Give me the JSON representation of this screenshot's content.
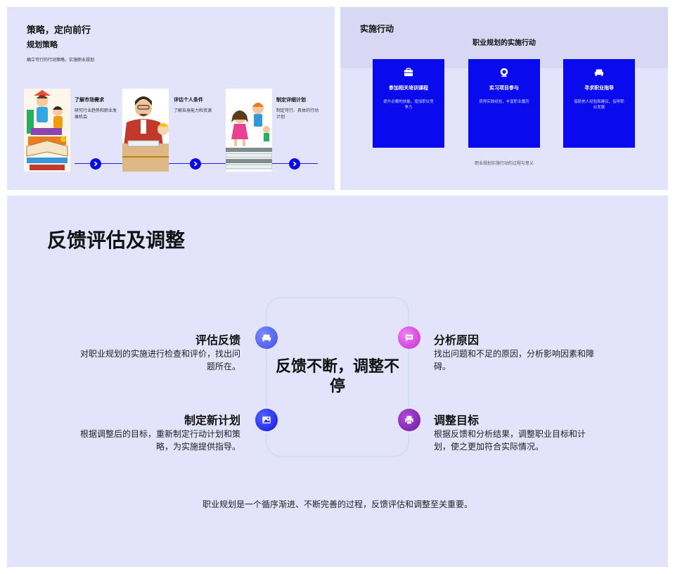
{
  "slide1": {
    "title": "策略，定向前行",
    "subtitle": "规划策略",
    "description": "确立可行的行动策略，实施职业规划",
    "steps": [
      {
        "title": "了解市场需求",
        "desc": "研究行业趋势和职业发展机会",
        "image": "children-reading-illustration"
      },
      {
        "title": "评估个人条件",
        "desc": "了解自身能力和资源",
        "image": "teacher-and-child-illustration"
      },
      {
        "title": "制定详细计划",
        "desc": "制定可行、具体的行动计划",
        "image": "children-on-stairs-illustration"
      }
    ],
    "arrow_icon": "chevron-right-icon"
  },
  "slide2": {
    "title": "实施行动",
    "heading": "职业规划的实施行动",
    "cards": [
      {
        "icon": "briefcase-icon",
        "title": "参加相关培训课程",
        "desc": "提升必要的技能，增加职业竞争力"
      },
      {
        "icon": "target-icon",
        "title": "实习项目参与",
        "desc": "获得实践经验，丰富职业履历"
      },
      {
        "icon": "couch-icon",
        "title": "寻求职业指导",
        "desc": "借助他人经验和建议，指导职业发展"
      }
    ],
    "footer": "职业规划实施行动的过程与意义",
    "colors": {
      "card": "#0a0aee",
      "band": "#d8d8f4"
    }
  },
  "slide3": {
    "title": "反馈评估及调整",
    "center": "反馈不断，调整不停",
    "items": [
      {
        "title": "评估反馈",
        "desc": "对职业规划的实施进行检查和评价，找出问题所在。",
        "icon": "sofa-icon",
        "color": "#4a5cf0"
      },
      {
        "title": "分析原因",
        "desc": "找出问题和不足的原因，分析影响因素和障碍。",
        "icon": "chat-icon",
        "color": "#d43ad8"
      },
      {
        "title": "制定新计划",
        "desc": "根据调整后的目标，重新制定行动计划和策略，为实施提供指导。",
        "icon": "image-icon",
        "color": "#1a24ee"
      },
      {
        "title": "调整目标",
        "desc": "根据反馈和分析结果，调整职业目标和计划，使之更加符合实际情况。",
        "icon": "printer-icon",
        "color": "#8a1fb4"
      }
    ],
    "footer": "职业规划是一个循序渐进、不断完善的过程，反馈评估和调整至关重要。"
  }
}
